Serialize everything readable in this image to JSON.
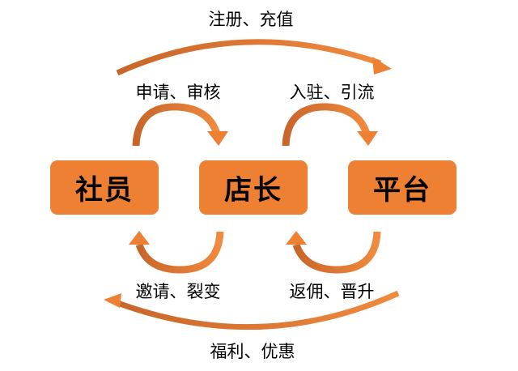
{
  "colors": {
    "box": "#EE8034",
    "arrow": "#D9722E"
  },
  "nodes": [
    {
      "label": "社员"
    },
    {
      "label": "店长"
    },
    {
      "label": "平台"
    }
  ],
  "edges": {
    "top_outer": "注册、充值",
    "top_left": "申请、审核",
    "top_right": "入驻、引流",
    "bottom_left": "邀请、裂变",
    "bottom_right": "返佣、晋升",
    "bottom_outer": "福利、优惠"
  }
}
